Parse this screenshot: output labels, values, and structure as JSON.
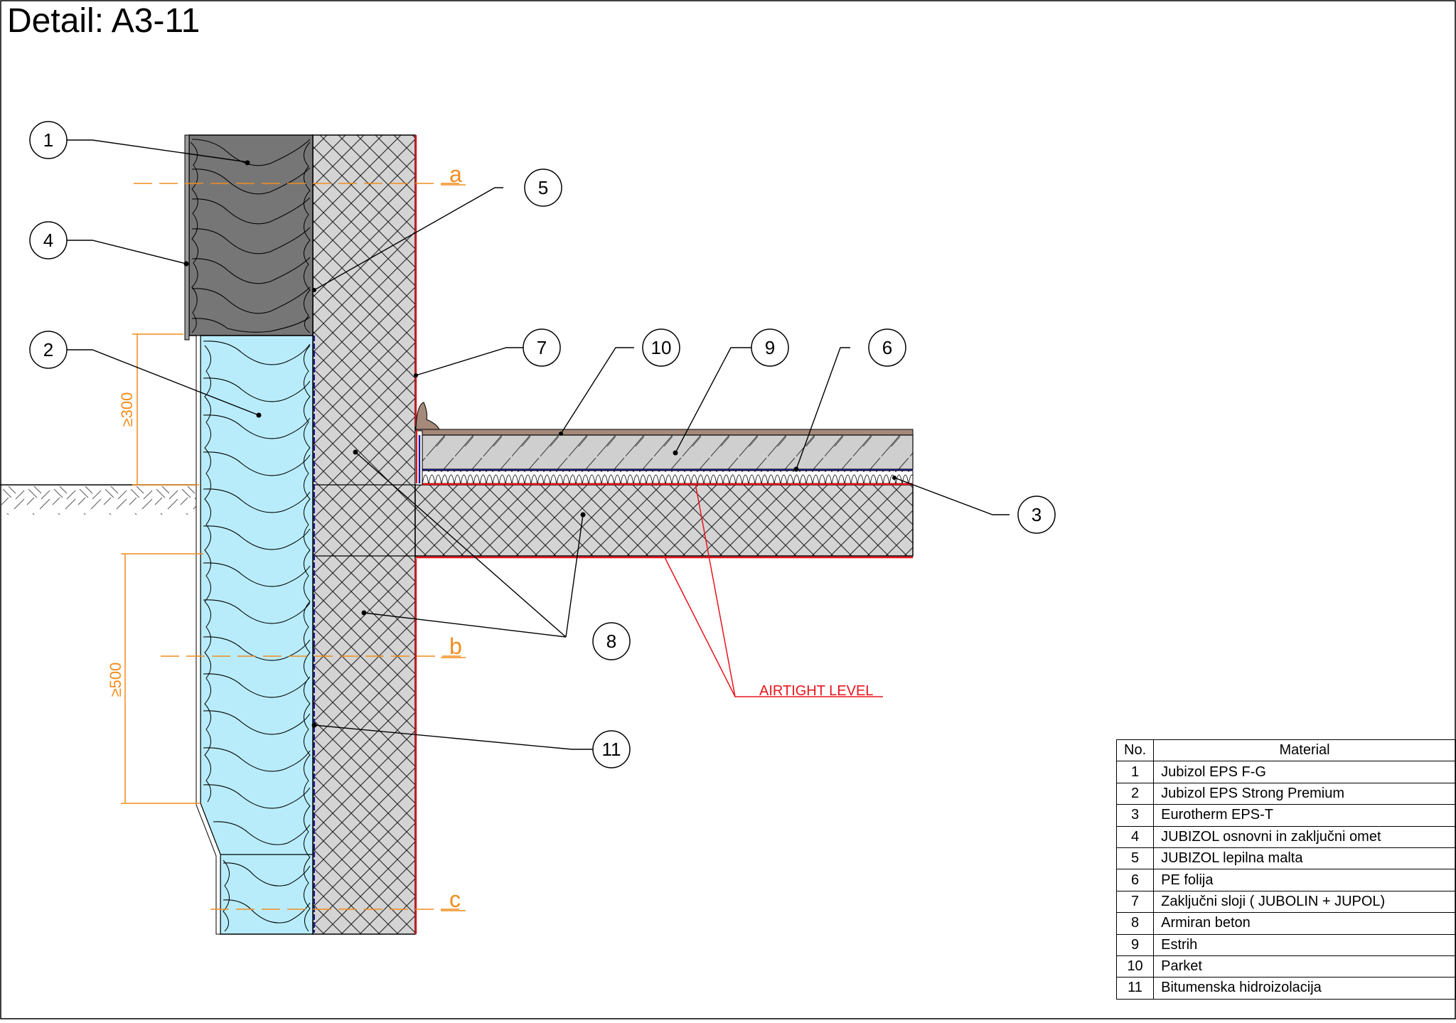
{
  "title": "Detail: A3-11",
  "levels": [
    "a",
    "b",
    "c"
  ],
  "dimensions": [
    "≥300",
    "≥500"
  ],
  "airtight_label": "AIRTIGHT LEVEL",
  "callouts": [
    "1",
    "2",
    "3",
    "4",
    "5",
    "6",
    "7",
    "8",
    "9",
    "10",
    "11"
  ],
  "legend": {
    "header_no": "No.",
    "header_material": "Material",
    "rows": [
      {
        "no": "1",
        "material": "Jubizol EPS F-G"
      },
      {
        "no": "2",
        "material": "Jubizol EPS Strong Premium"
      },
      {
        "no": "3",
        "material": "Eurotherm EPS-T"
      },
      {
        "no": "4",
        "material": "JUBIZOL osnovni in zaključni omet"
      },
      {
        "no": "5",
        "material": "JUBIZOL lepilna malta"
      },
      {
        "no": "6",
        "material": "PE folija"
      },
      {
        "no": "7",
        "material": "Zaključni sloji  ( JUBOLIN + JUPOL)"
      },
      {
        "no": "8",
        "material": "Armiran beton"
      },
      {
        "no": "9",
        "material": "Estrih"
      },
      {
        "no": "10",
        "material": "Parket"
      },
      {
        "no": "11",
        "material": "Bitumenska hidroizolacija"
      }
    ]
  },
  "colors": {
    "level_line": "#f28c1c",
    "airtight": "#e8141c",
    "concrete": "#d4d4d4",
    "insulation_dark": "#767676",
    "insulation_blue": "#b8ecfb",
    "bitumen": "#1c1c9c"
  }
}
